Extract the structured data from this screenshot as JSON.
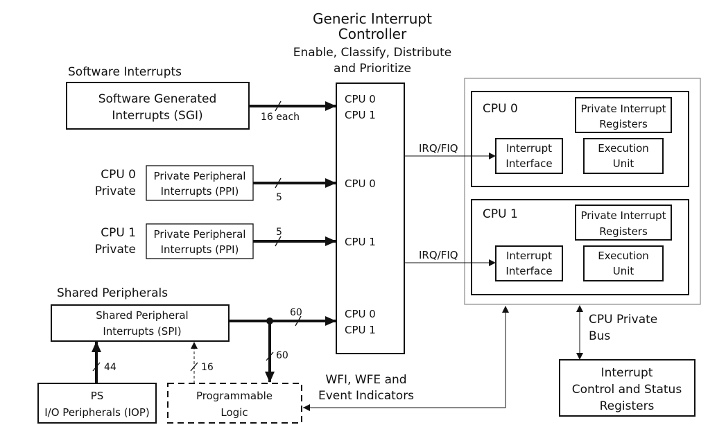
{
  "title": {
    "line1": "Generic Interrupt",
    "line2": "Controller",
    "subtitle_line1": "Enable, Classify, Distribute",
    "subtitle_line2": "and Prioritize"
  },
  "left": {
    "software_interrupts_heading": "Software Interrupts",
    "sgi_box": {
      "line1": "Software Generated",
      "line2": "Interrupts (SGI)"
    },
    "sgi_bus_label": "16 each",
    "cpu0_private": {
      "line1": "CPU 0",
      "line2": "Private"
    },
    "cpu1_private": {
      "line1": "CPU 1",
      "line2": "Private"
    },
    "ppi_box_0": {
      "line1": "Private Peripheral",
      "line2": "Interrupts (PPI)"
    },
    "ppi_box_1": {
      "line1": "Private Peripheral",
      "line2": "Interrupts (PPI)"
    },
    "ppi0_bus_label": "5",
    "ppi1_bus_label": "5",
    "shared_peripherals_heading": "Shared Peripherals",
    "spi_box": {
      "line1": "Shared Peripheral",
      "line2": "Interrupts (SPI)"
    },
    "spi_bus_label": "60",
    "pl_bus_label": "60",
    "iop_bus_label": "44",
    "pl_to_spi_label": "16",
    "ps_box": {
      "line1": "PS",
      "line2": "I/O Peripherals (IOP)"
    },
    "pl_box": {
      "line1": "Programmable",
      "line2": "Logic"
    }
  },
  "gic": {
    "sgi_targets": [
      "CPU 0",
      "CPU 1"
    ],
    "ppi0_target": "CPU 0",
    "ppi1_target": "CPU 1",
    "spi_targets": [
      "CPU 0",
      "CPU 1"
    ]
  },
  "right": {
    "irq_label_0": "IRQ/FIQ",
    "irq_label_1": "IRQ/FIQ",
    "cpus": [
      {
        "name": "CPU 0",
        "private_regs": {
          "line1": "Private Interrupt",
          "line2": "Registers"
        },
        "interface": {
          "line1": "Interrupt",
          "line2": "Interface"
        },
        "exec_unit": {
          "line1": "Execution",
          "line2": "Unit"
        }
      },
      {
        "name": "CPU 1",
        "private_regs": {
          "line1": "Private Interrupt",
          "line2": "Registers"
        },
        "interface": {
          "line1": "Interrupt",
          "line2": "Interface"
        },
        "exec_unit": {
          "line1": "Execution",
          "line2": "Unit"
        }
      }
    ],
    "cpu_private_bus": {
      "line1": "CPU Private",
      "line2": "Bus"
    },
    "control_box": {
      "line1": "Interrupt",
      "line2": "Control and Status",
      "line3": "Registers"
    }
  },
  "bottom": {
    "wfi_label": {
      "line1": "WFI, WFE and",
      "line2": "Event Indicators"
    }
  }
}
